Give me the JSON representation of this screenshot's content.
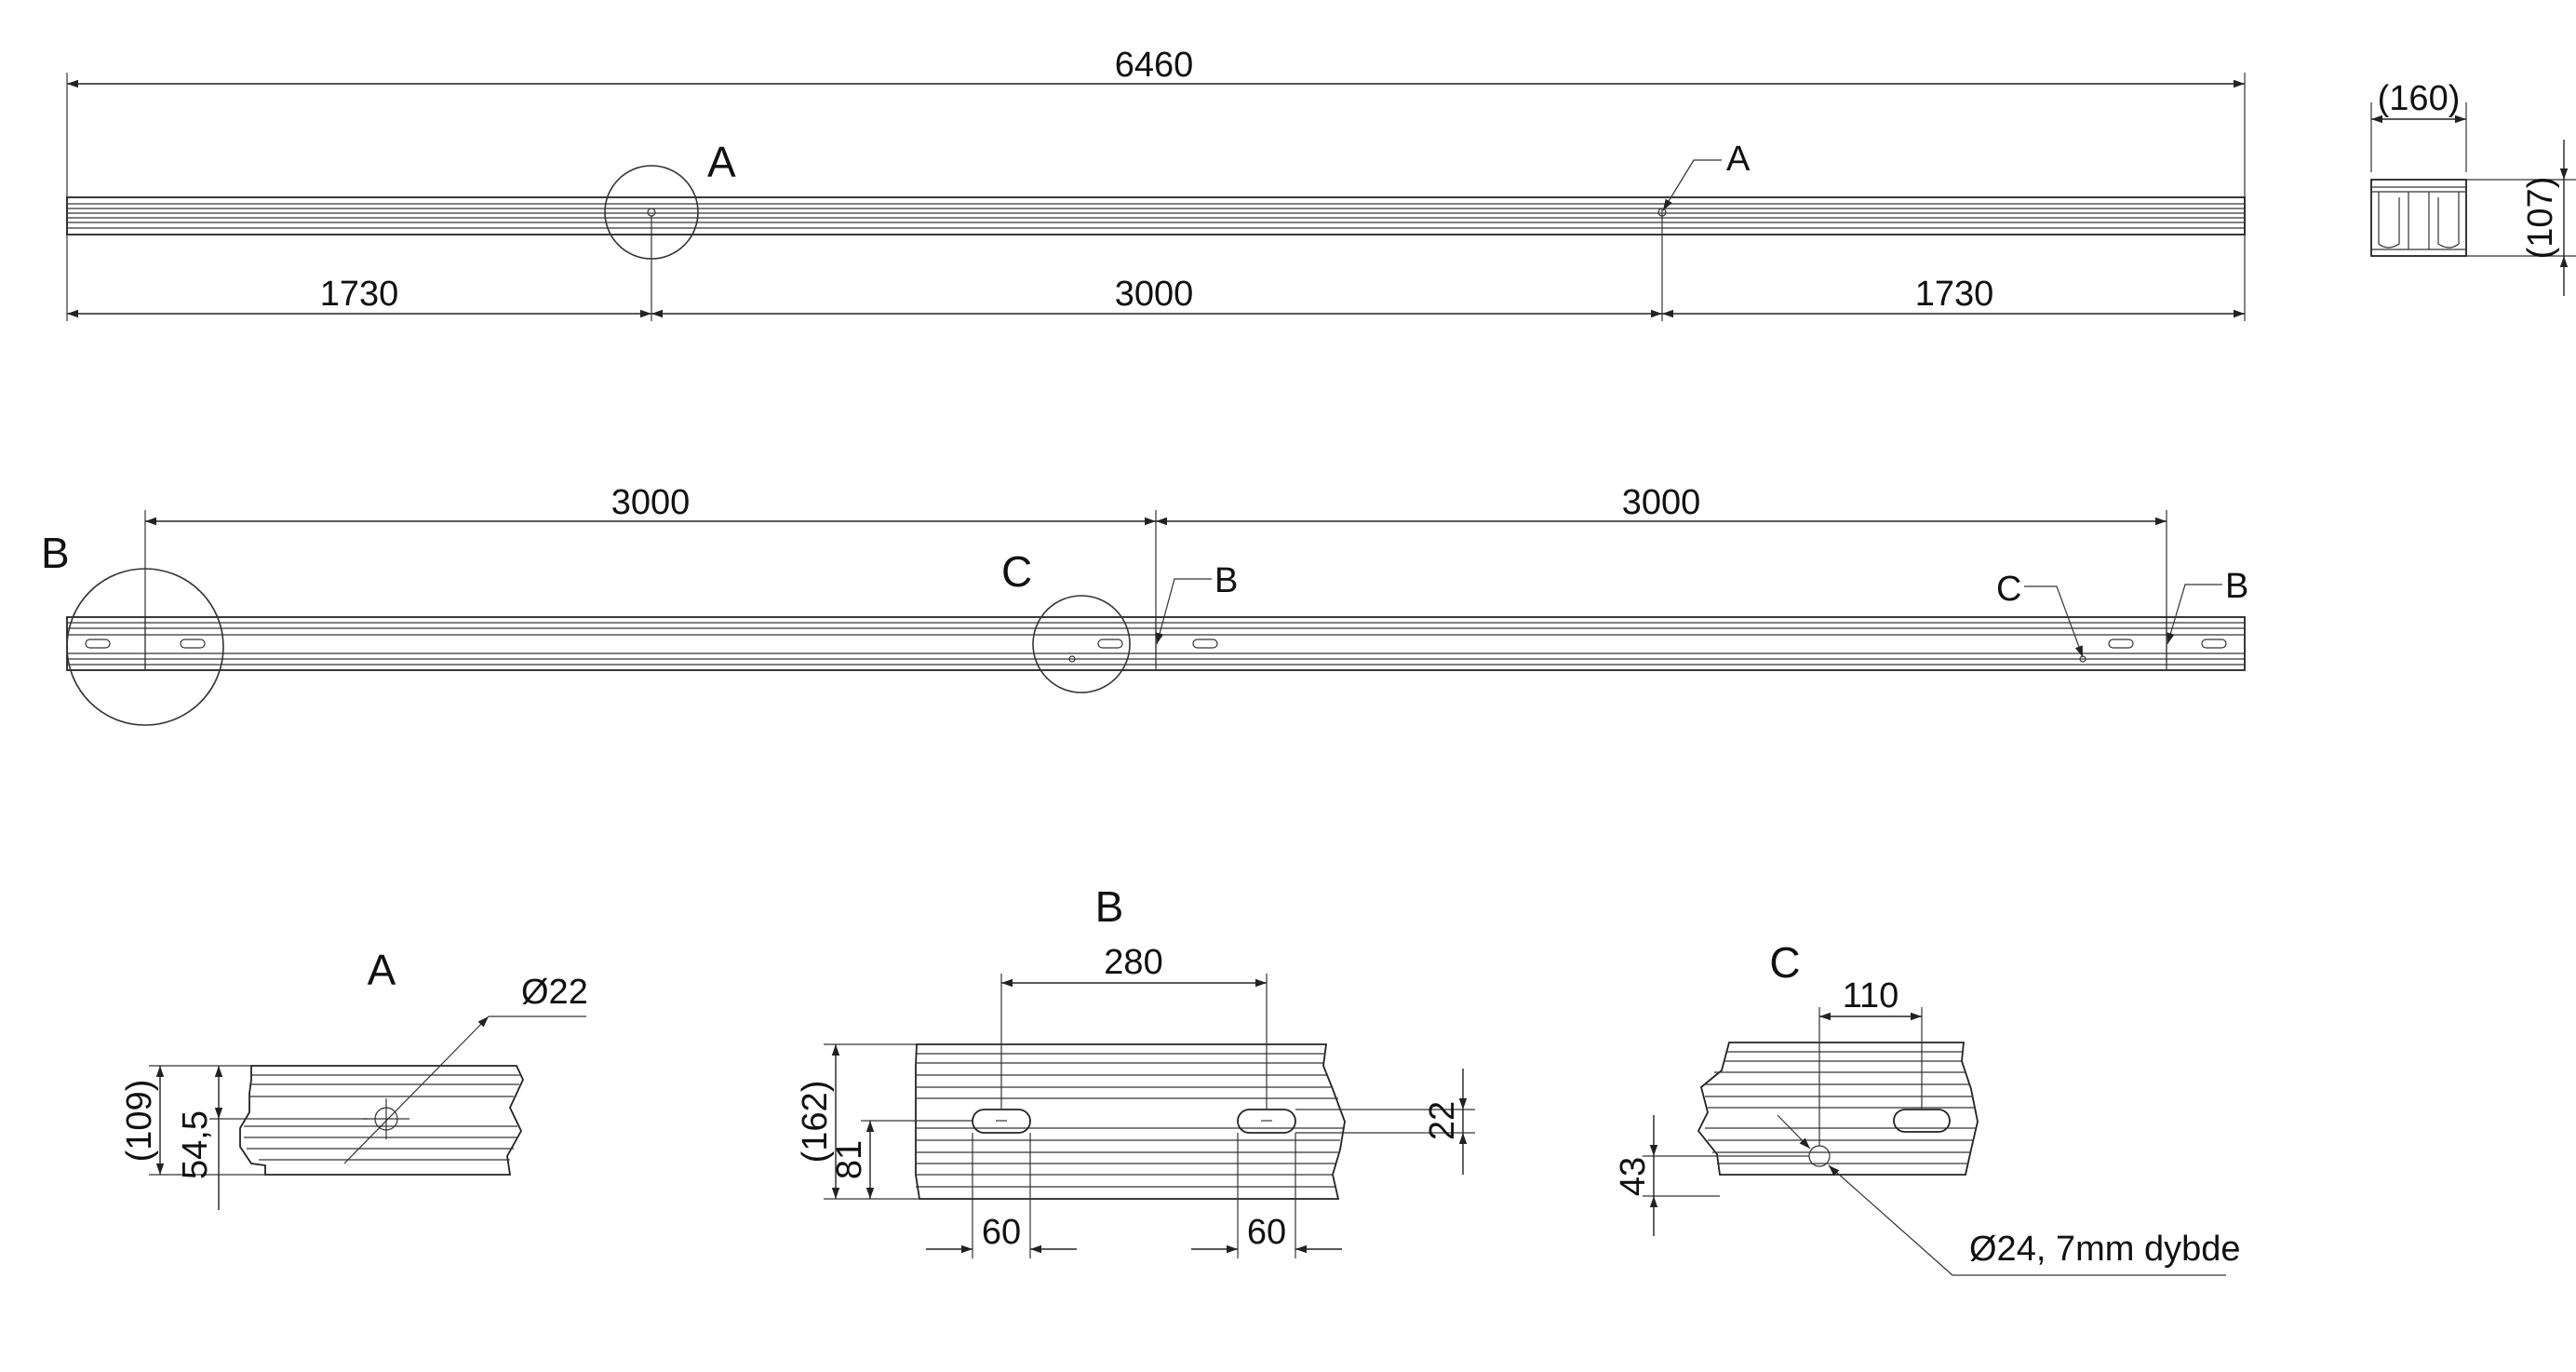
{
  "dimensions": {
    "overall_length": "6460",
    "left_end": "1730",
    "middle_span": "3000",
    "right_end": "1730",
    "profile_width": "(160)",
    "profile_height": "(107)",
    "slot_span_left": "3000",
    "slot_span_right": "3000",
    "detail_a_height": "(109)",
    "detail_a_center": "54,5",
    "detail_a_hole": "Ø22",
    "detail_b_height": "(162)",
    "detail_b_slot_y": "81",
    "detail_b_spacing": "280",
    "detail_b_slot_h": "22",
    "detail_b_slot_w1": "60",
    "detail_b_slot_w2": "60",
    "detail_c_spacing": "110",
    "detail_c_y": "43",
    "detail_c_hole": "Ø24, 7mm dybde"
  },
  "labels": {
    "detail_a_big": "A",
    "detail_a_leader": "A",
    "detail_b_big": "B",
    "detail_b_leader1": "B",
    "detail_b_leader2": "B",
    "detail_c_big": "C",
    "detail_c_leader": "C",
    "view_a_title": "A",
    "view_b_title": "B",
    "view_c_title": "C"
  }
}
